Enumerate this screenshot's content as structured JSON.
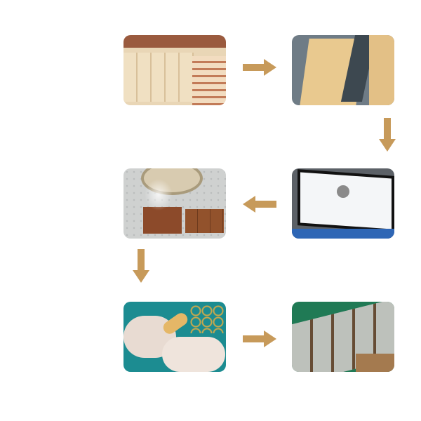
{
  "colors": {
    "arrow": "#c79a5a",
    "background": "#ffffff"
  },
  "steps": [
    {
      "id": "raw-material",
      "icon": "lumber-photo"
    },
    {
      "id": "laser-cutting",
      "icon": "laser-cutter-photo"
    },
    {
      "id": "design",
      "icon": "computer-design-photo"
    },
    {
      "id": "laser-engraving",
      "icon": "engraving-photo"
    },
    {
      "id": "assembly",
      "icon": "assembly-photo"
    },
    {
      "id": "packaging",
      "icon": "packaging-photo"
    }
  ],
  "flow": [
    "right",
    "down",
    "left",
    "down",
    "right"
  ]
}
